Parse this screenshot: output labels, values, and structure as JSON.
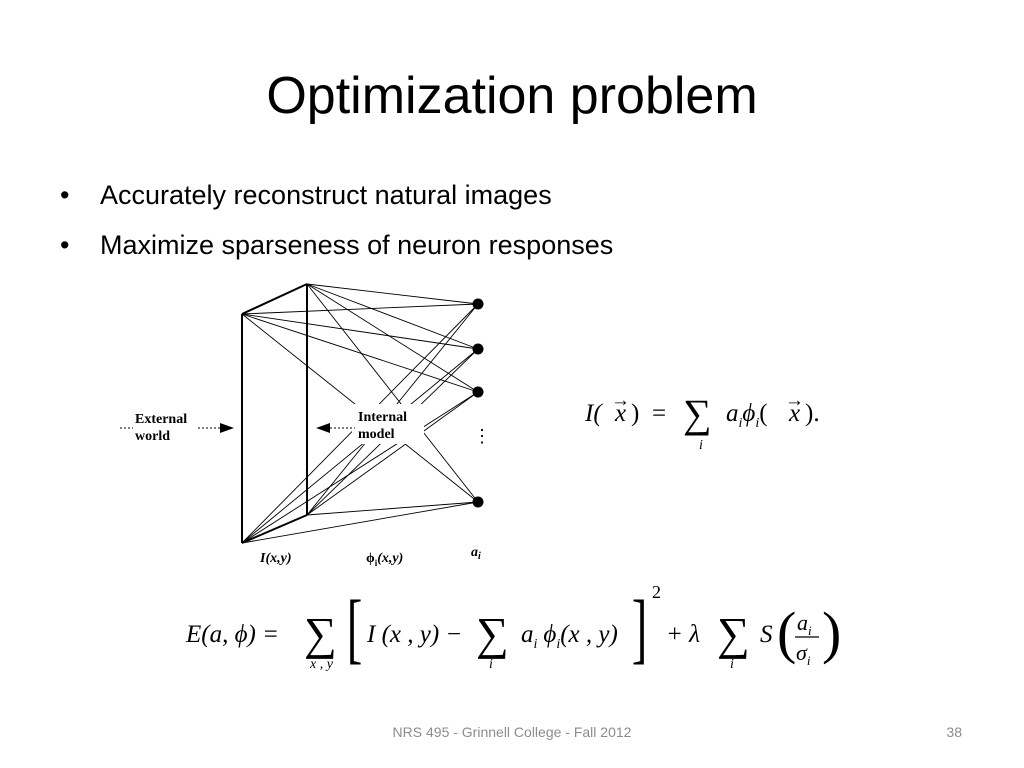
{
  "slide": {
    "title": "Optimization problem",
    "bullets": [
      {
        "symbol": "•",
        "text": "Accurately reconstruct natural images"
      },
      {
        "symbol": "•",
        "text": "Maximize sparseness of neuron responses"
      }
    ]
  },
  "diagram": {
    "external_label_1": "External",
    "external_label_2": "world",
    "internal_label_1": "Internal",
    "internal_label_2": "model",
    "label_image": "I(x,y)",
    "label_phi": "ϕ",
    "label_phi_sub": "i",
    "label_phi_args": "(x,y)",
    "label_a": "a",
    "label_a_sub": "i",
    "ellipsis": "⋮"
  },
  "equation1": {
    "lhs": "I(",
    "vec": "x",
    "close": ")",
    "equals": "=",
    "sum": "∑",
    "sum_index": "i",
    "a": "a",
    "a_sub": "i",
    "phi": "ϕ",
    "phi_sub": "i",
    "phi_open": "(",
    "vec2": "x",
    "phi_close": ").",
    "arrow": "→"
  },
  "equation2": {
    "lhs": "E(a, ϕ) =",
    "sum": "∑",
    "sum1_index": "x , y",
    "inner_start": "I (x , y) −",
    "sum2_index": "i",
    "a": "a",
    "a_sub": "i",
    "phi": "ϕ",
    "phi_sub": "i",
    "phi_args": "(x , y)",
    "exponent": "2",
    "plus_lambda": "+ λ",
    "sum3_index": "i",
    "S": "S",
    "frac_num": "a",
    "frac_num_sub": "i",
    "frac_den": "σ",
    "frac_den_sub": "i",
    "lbracket": "[",
    "rbracket": "]",
    "lparen": "(",
    "rparen": ")"
  },
  "footer": {
    "text": "NRS 495 - Grinnell College - Fall 2012",
    "page": "38"
  }
}
